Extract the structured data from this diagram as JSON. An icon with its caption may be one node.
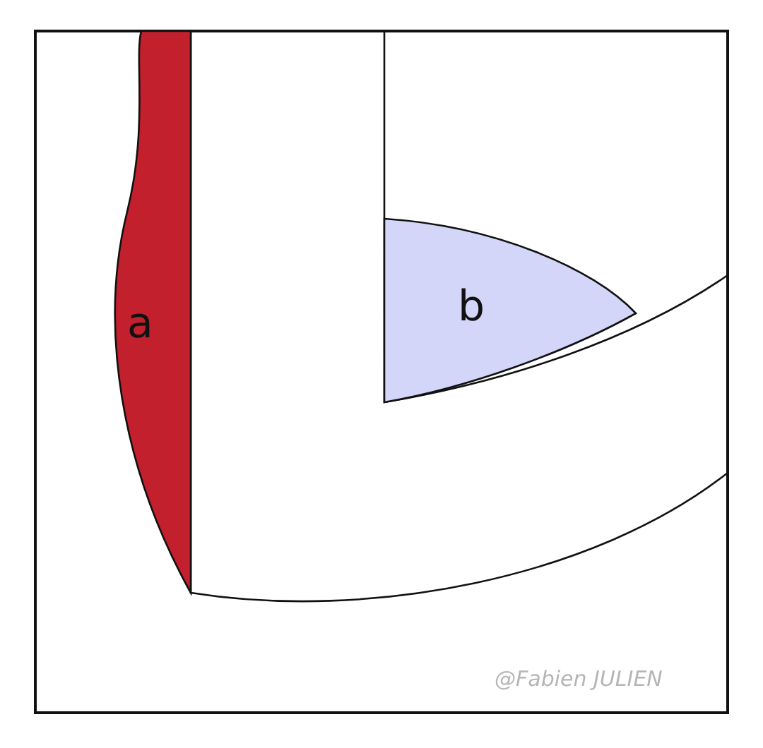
{
  "diagram": {
    "nodes": [
      {
        "text": [
          "a"
        ]
      },
      {
        "text": [
          "b"
        ]
      }
    ],
    "labels": [
      "@Fabien JULIEN"
    ]
  }
}
